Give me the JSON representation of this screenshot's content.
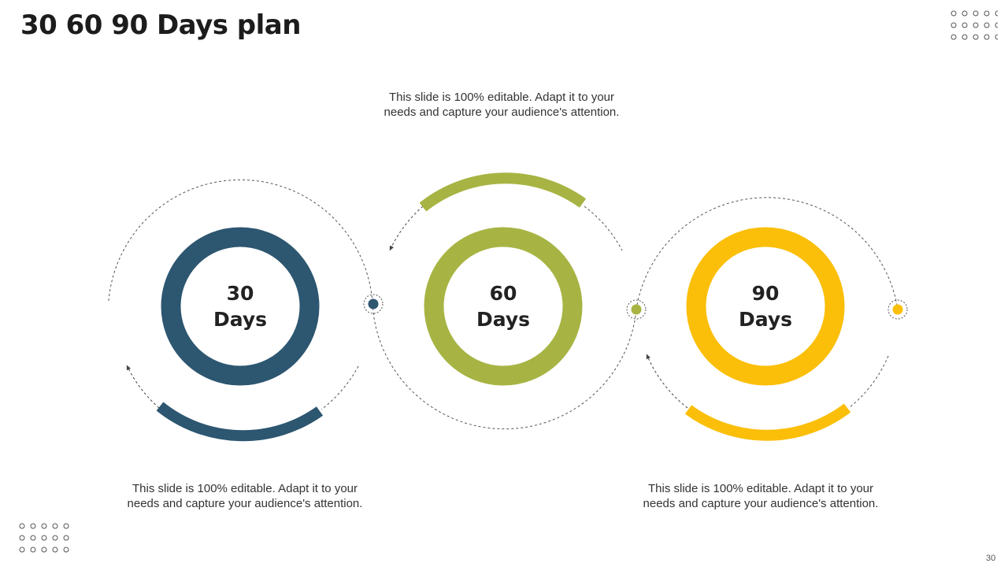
{
  "title": "30 60 90 Days plan",
  "page_number": "30",
  "colors": {
    "blue": "#2d5670",
    "green": "#a7b443",
    "yellow": "#fbbf0a"
  },
  "stages": [
    {
      "name": "30-days",
      "line1": "30",
      "line2": "Days",
      "color": "#2d5670"
    },
    {
      "name": "60-days",
      "line1": "60",
      "line2": "Days",
      "color": "#a7b443"
    },
    {
      "name": "90-days",
      "line1": "90",
      "line2": "Days",
      "color": "#fbbf0a"
    }
  ],
  "descriptions": {
    "top": "This slide is 100% editable. Adapt it to your needs and capture your audience's attention.",
    "bottom_left": "This slide is 100% editable. Adapt it to your needs and capture your audience's attention.",
    "bottom_right": "This slide is 100% editable. Adapt it to your needs and capture your audience's attention."
  }
}
